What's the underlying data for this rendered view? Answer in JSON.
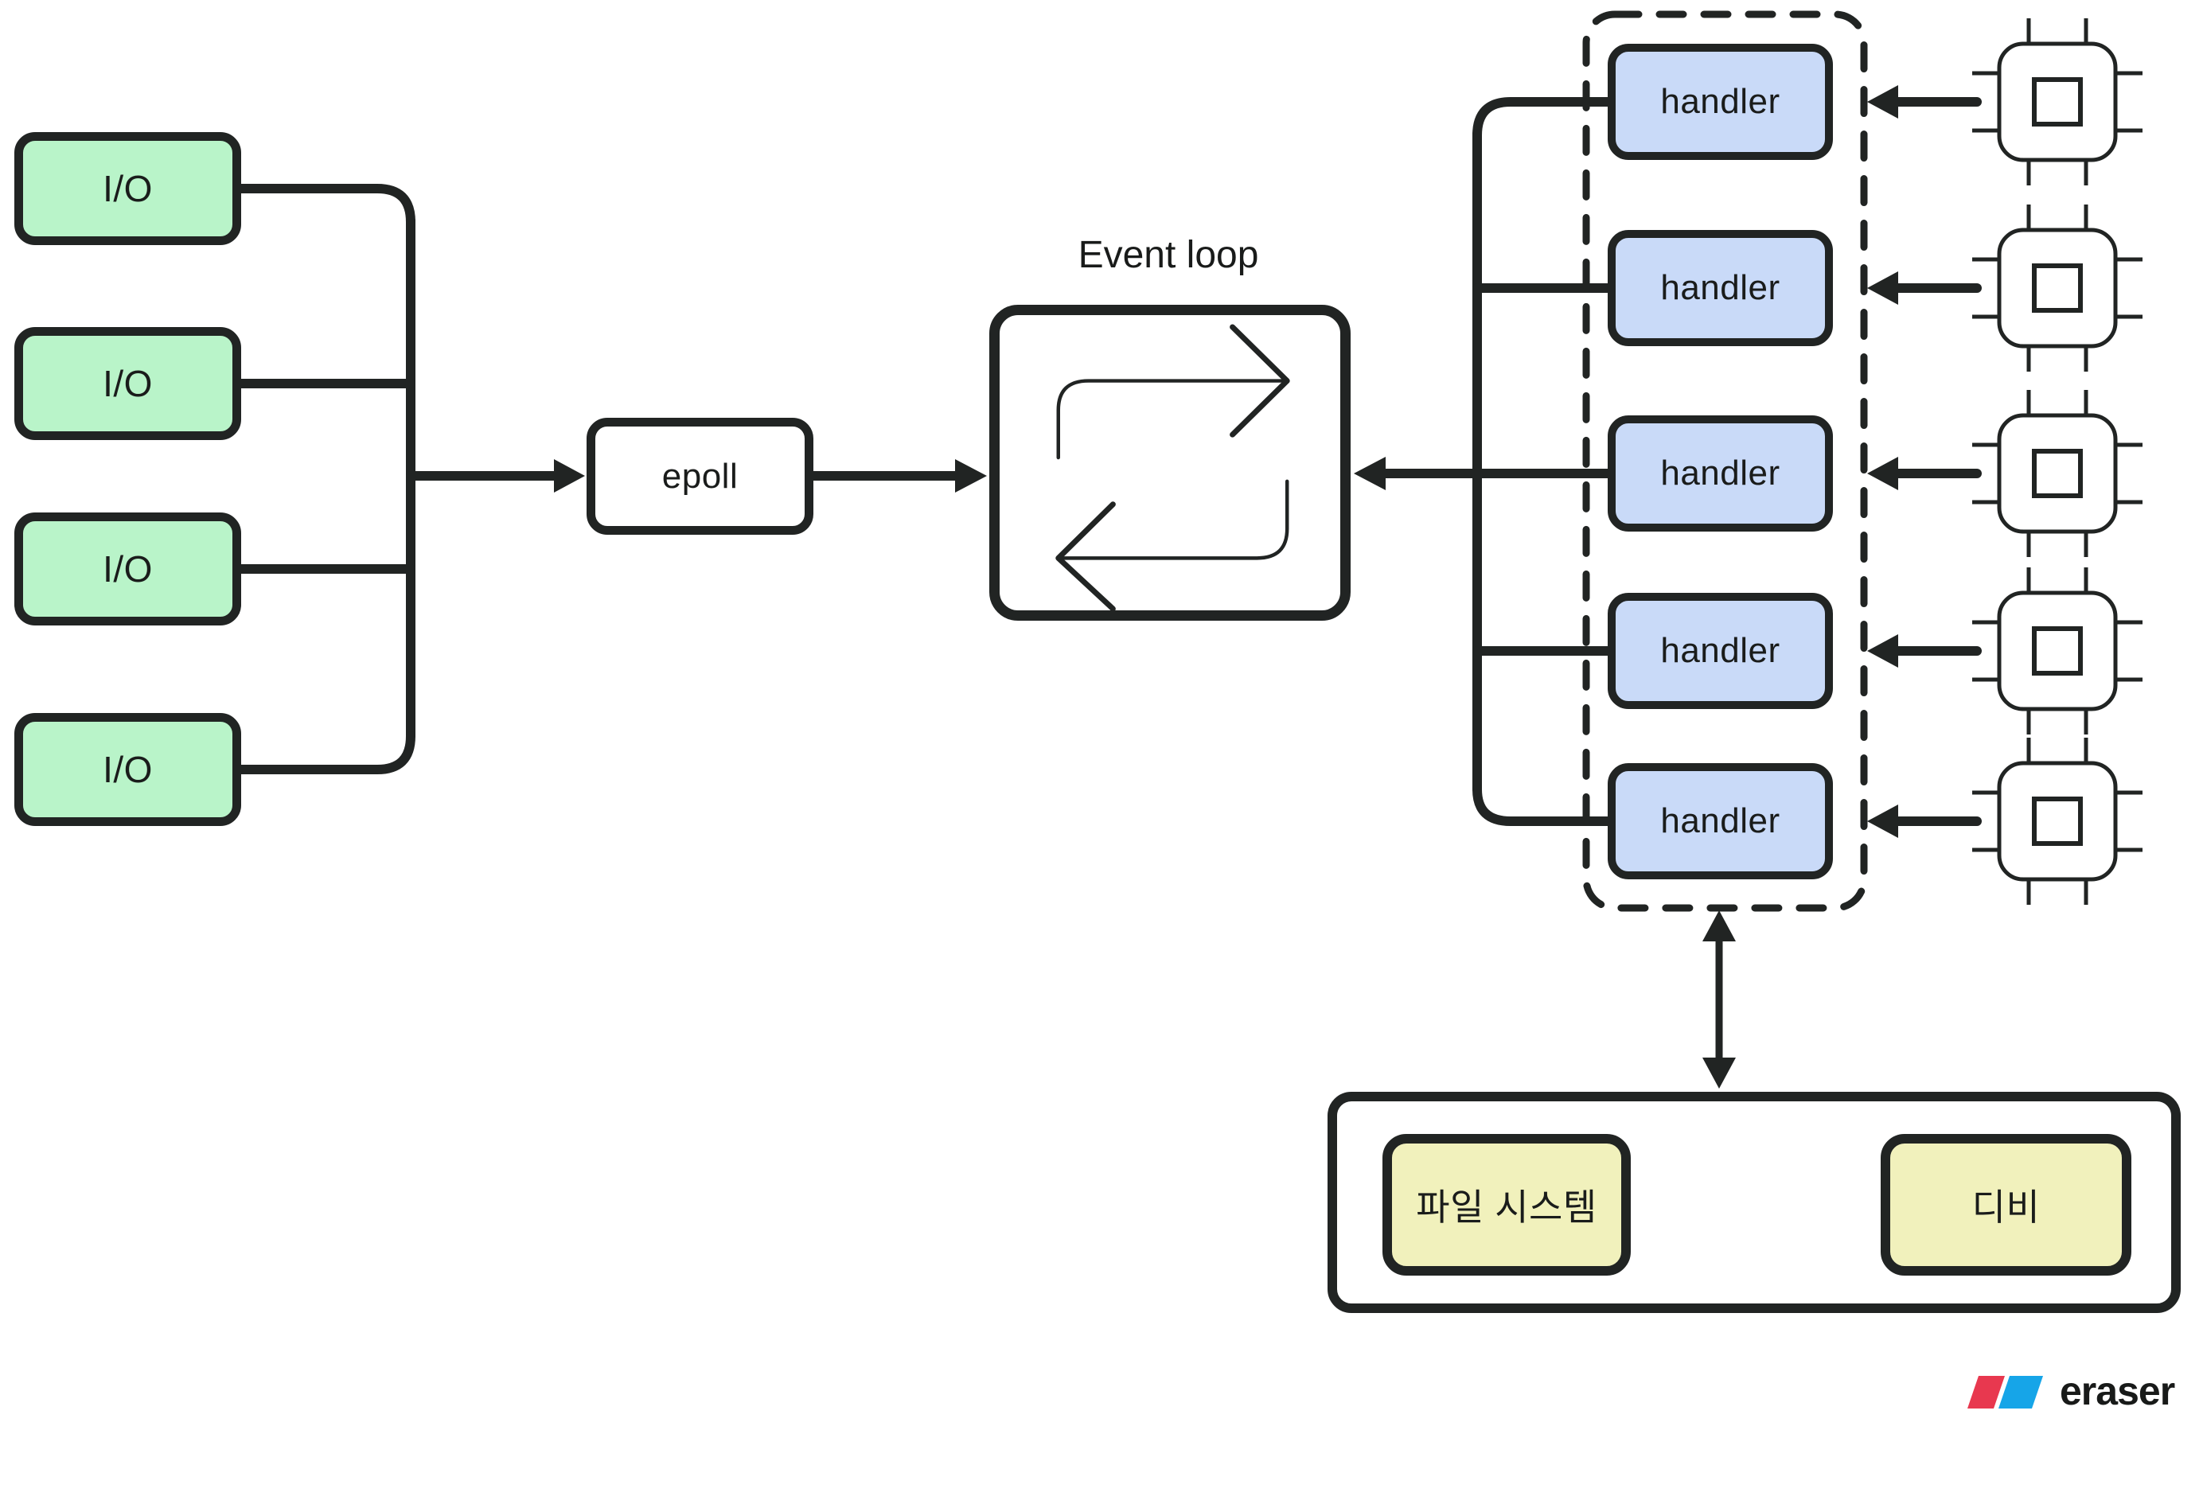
{
  "io_boxes": [
    {
      "label": "I/O"
    },
    {
      "label": "I/O"
    },
    {
      "label": "I/O"
    },
    {
      "label": "I/O"
    }
  ],
  "epoll": {
    "label": "epoll"
  },
  "event_loop": {
    "title": "Event loop"
  },
  "handler_pool": {
    "handlers": [
      {
        "label": "handler"
      },
      {
        "label": "handler"
      },
      {
        "label": "handler"
      },
      {
        "label": "handler"
      },
      {
        "label": "handler"
      }
    ]
  },
  "backend": {
    "file_system_label": "파일 시스템",
    "db_label": "디비"
  },
  "logo": {
    "text": "eraser"
  },
  "icons": {
    "event_loop_icon": "cycle-arrows-icon",
    "client_icon": "cpu-chip-icon",
    "logo_icon": "eraser-logo-icon"
  },
  "colors": {
    "line": "#212423",
    "io_fill": "#b9f4c9",
    "handler_fill": "#c9daf8",
    "backend_fill": "#f1f1bc",
    "logo_red": "#e8384f",
    "logo_blue": "#16a5e8"
  }
}
